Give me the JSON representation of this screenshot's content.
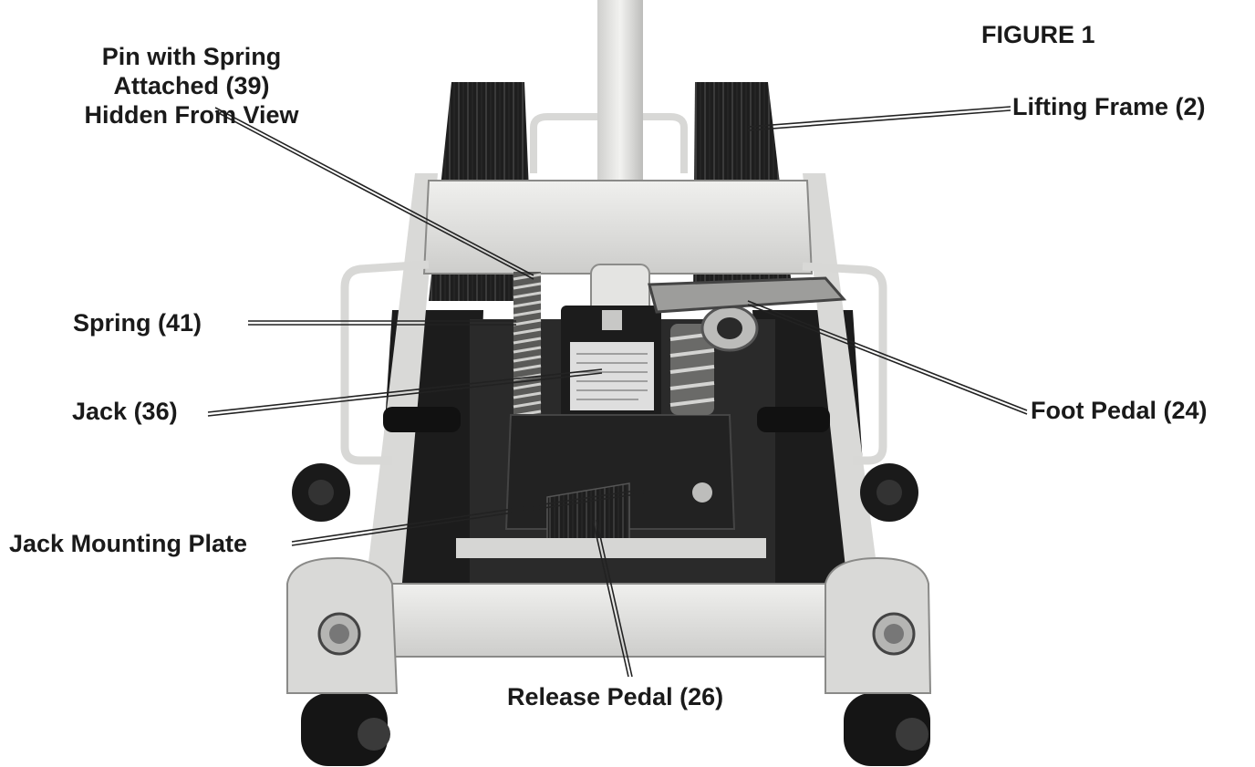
{
  "figure": {
    "title": "FIGURE 1"
  },
  "callouts": {
    "pin_line1": "Pin with Spring",
    "pin_line2": "Attached (39)",
    "pin_line3": "Hidden From View",
    "lifting_frame": "Lifting Frame (2)",
    "spring": "Spring (41)",
    "jack": "Jack (36)",
    "foot_pedal": "Foot Pedal (24)",
    "jack_mounting_plate": "Jack Mounting Plate",
    "release_pedal": "Release Pedal (26)"
  },
  "colors": {
    "frame_light": "#e6e6e4",
    "frame_dark": "#1e1e1e",
    "mid_gray": "#9a9a98",
    "line": "#222222"
  }
}
